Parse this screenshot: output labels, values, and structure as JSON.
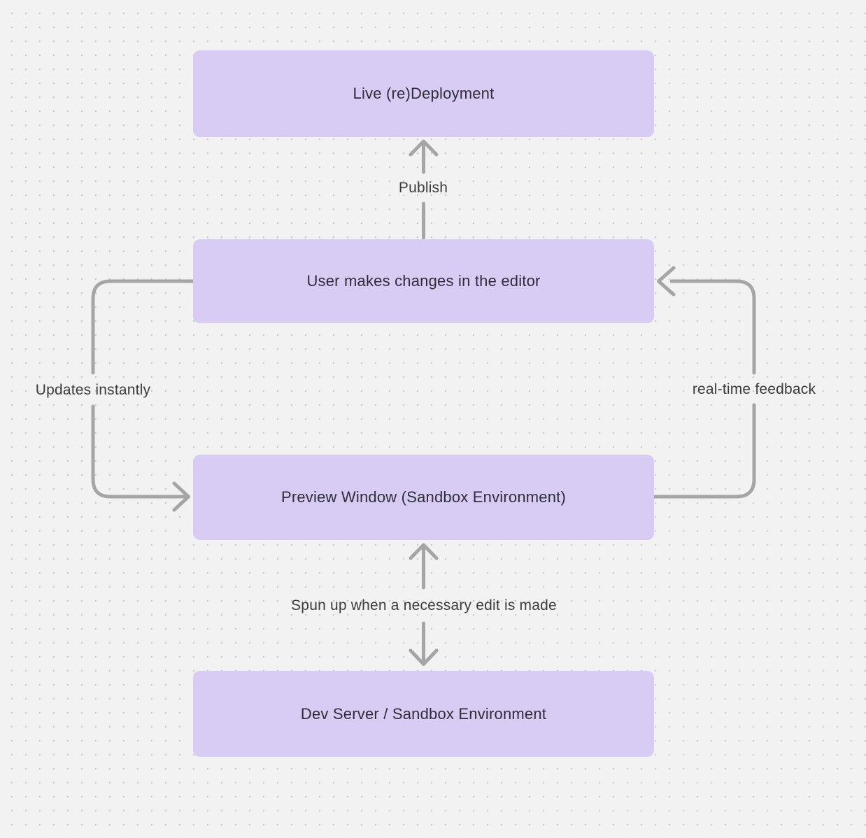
{
  "diagram": {
    "nodes": [
      {
        "id": "live-deployment",
        "label": "Live (re)Deployment"
      },
      {
        "id": "user-editor",
        "label": "User makes changes in the editor"
      },
      {
        "id": "preview-window",
        "label": "Preview Window (Sandbox Environment)"
      },
      {
        "id": "dev-server",
        "label": "Dev Server / Sandbox Environment"
      }
    ],
    "edges": [
      {
        "from": "user-editor",
        "to": "live-deployment",
        "label": "Publish",
        "direction": "up"
      },
      {
        "from": "user-editor",
        "to": "preview-window",
        "label": "Updates instantly",
        "direction": "down-left-loop"
      },
      {
        "from": "preview-window",
        "to": "user-editor",
        "label": "real-time feedback",
        "direction": "up-right-loop"
      },
      {
        "from": "preview-window",
        "to": "dev-server",
        "label": "Spun up when a necessary edit is made",
        "direction": "bidirectional"
      }
    ],
    "colors": {
      "background": "#f2f2f2",
      "dot": "#c8c8c8",
      "node_fill": "#d8ccf4",
      "node_text": "#2e2d38",
      "arrow": "#a5a5a5",
      "label_text": "#3c3c3c"
    }
  }
}
